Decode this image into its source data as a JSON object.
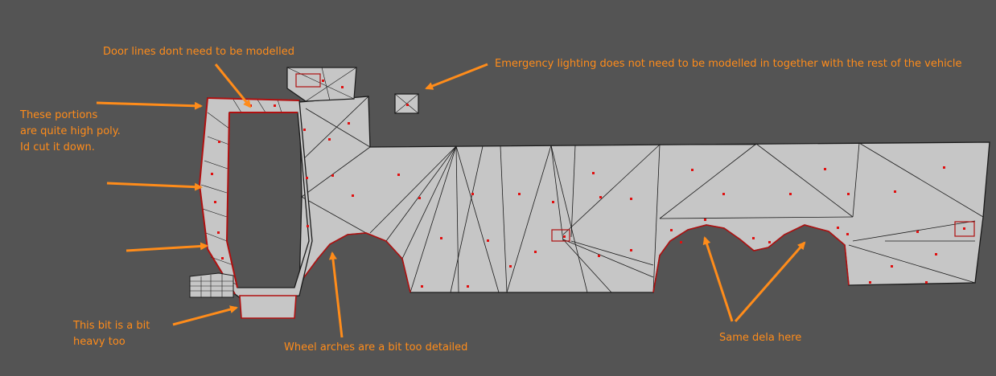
{
  "colors": {
    "background": "#545454",
    "mesh_fill": "#c6c6c6",
    "edge": "#1a1a1a",
    "vertex": "#e01010",
    "annotation": "#ff8c1a"
  },
  "annotations": {
    "door_lines": "Door lines dont need to be modelled",
    "emergency_lighting": "Emergency lighting does not need to be modelled in together with the rest of the vehicle",
    "high_poly": "These portions\nare quite high poly.\nId cut it down.",
    "heavy_bit": "This bit is a bit\nheavy too",
    "wheel_arches": "Wheel arches are a bit too detailed",
    "same_deal": "Same dela here"
  }
}
